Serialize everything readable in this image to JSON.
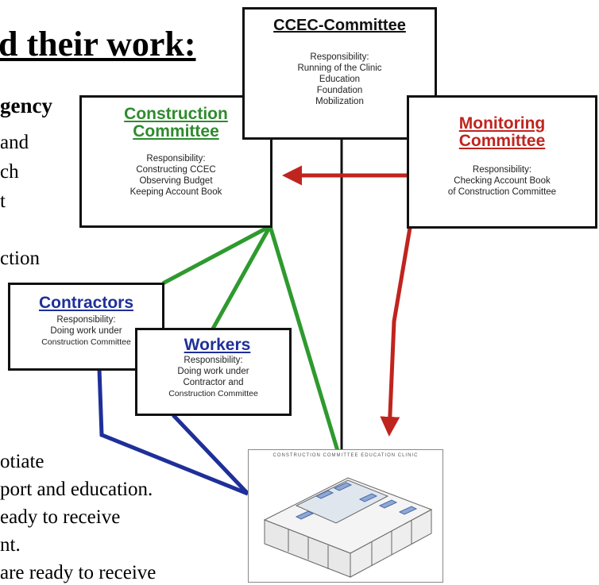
{
  "page": {
    "heading_fragment": "d their work:",
    "side_text": {
      "top": [
        "gency",
        "and",
        "ch",
        "t",
        "ction"
      ],
      "bottom": [
        "otiate",
        "port and education.",
        "eady to receive",
        "nt.",
        "are ready to receive"
      ]
    }
  },
  "diagram": {
    "ccec": {
      "title": "CCEC-Committee",
      "lines": [
        "Responsibility:",
        "Running of the Clinic",
        "Education",
        "Foundation",
        "Mobilization"
      ]
    },
    "construction": {
      "title": [
        "Construction",
        "Committee"
      ],
      "lines": [
        "Responsibility:",
        "Constructing CCEC",
        "Observing Budget",
        "Keeping Account Book"
      ],
      "color": "#2e8b2e"
    },
    "monitoring": {
      "title": [
        "Monitoring",
        "Committee"
      ],
      "lines": [
        "Responsibility:",
        "Checking Account Book",
        "of Construction Committee"
      ],
      "color": "#c0241e"
    },
    "contractors": {
      "title": "Contractors",
      "lines": [
        "Responsibility:",
        "Doing work under",
        "Construction Committee"
      ],
      "color": "#1f2f9a"
    },
    "workers": {
      "title": "Workers",
      "lines": [
        "Responsibility:",
        "Doing work under",
        "Contractor and",
        "Construction Committee"
      ],
      "color": "#1f2f9a"
    },
    "building": {
      "caption": "Construction Committee Education Clinic"
    }
  }
}
